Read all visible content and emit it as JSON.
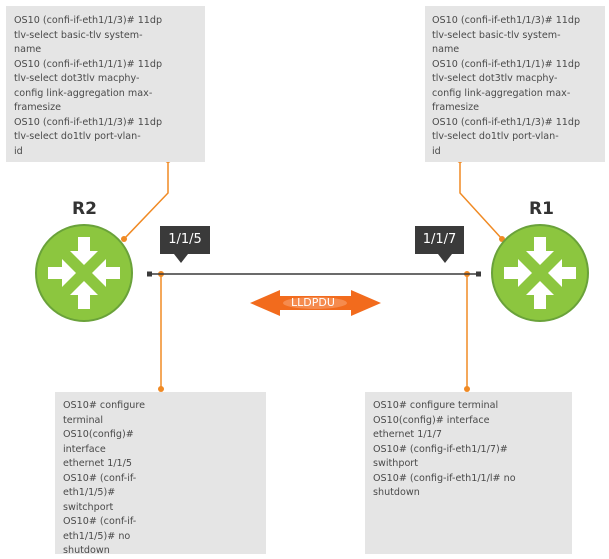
{
  "routers": [
    {
      "name": "R2"
    },
    {
      "name": "R1"
    }
  ],
  "ports": [
    {
      "label": "1/1/5"
    },
    {
      "label": "1/1/7"
    }
  ],
  "link_label": "LLDPDU",
  "notes": {
    "top_left": [
      "OS10 (confi-if-eth1/1/3)# 11dp",
      "tlv-select basic-tlv system-",
      "name",
      "OS10 (confi-if-eth1/1/1)# 11dp",
      "tlv-select dot3tlv macphy-",
      "config link-aggregation max-",
      "framesize",
      "OS10 (confi-if-eth1/1/3)# 11dp",
      "tlv-select do1tlv port-vlan-",
      "id"
    ],
    "top_right": [
      "OS10 (confi-if-eth1/1/3)# 11dp",
      "tlv-select basic-tlv system-",
      "name",
      "OS10 (confi-if-eth1/1/1)# 11dp",
      "tlv-select dot3tlv macphy-",
      "config link-aggregation max-",
      "framesize",
      "OS10 (confi-if-eth1/1/3)# 11dp",
      "tlv-select do1tlv port-vlan-",
      "id"
    ],
    "bottom_left": [
      "OS10# configure",
      "terminal",
      "OS10(config)#",
      "interface",
      "ethernet 1/1/5",
      "OS10# (conf-if-",
      "eth1/1/5)#",
      "switchport",
      "OS10# (conf-if-",
      "eth1/1/5)# no",
      "shutdown"
    ],
    "bottom_right": [
      "OS10# configure terminal",
      "OS10(config)# interface",
      "ethernet 1/1/7",
      "OS10# (config-if-eth1/1/7)#",
      "swithport",
      "OS10# (config-if-eth1/1/l# no",
      "shutdown"
    ]
  },
  "colors": {
    "router_fill": "#8cc63f",
    "router_stroke": "#6aa23a",
    "connector": "#f08a24",
    "note_bg": "#e5e5e5",
    "port_label_bg": "#3a3a3a",
    "link_arrow": "#f26b1d"
  }
}
